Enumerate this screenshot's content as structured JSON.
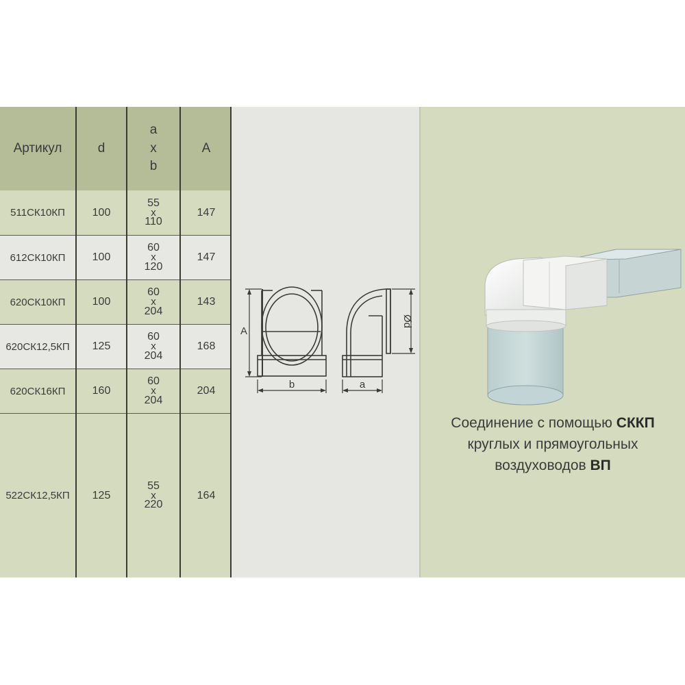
{
  "table": {
    "headers": {
      "article": "Артикул",
      "d": "d",
      "axb": [
        "a",
        "x",
        "b"
      ],
      "A": "A"
    },
    "rows": [
      {
        "article": "511СК10КП",
        "d": "100",
        "a": "55",
        "x": "x",
        "b": "110",
        "A": "147"
      },
      {
        "article": "612СК10КП",
        "d": "100",
        "a": "60",
        "x": "x",
        "b": "120",
        "A": "147"
      },
      {
        "article": "620СК10КП",
        "d": "100",
        "a": "60",
        "x": "x",
        "b": "204",
        "A": "143"
      },
      {
        "article": "620СК12,5КП",
        "d": "125",
        "a": "60",
        "x": "x",
        "b": "204",
        "A": "168"
      },
      {
        "article": "620СК16КП",
        "d": "160",
        "a": "60",
        "x": "x",
        "b": "204",
        "A": "204"
      },
      {
        "article": "522СК12,5КП",
        "d": "125",
        "a": "55",
        "x": "x",
        "b": "220",
        "A": "164"
      }
    ]
  },
  "diagram": {
    "label_A": "A",
    "label_b": "b",
    "label_a": "a",
    "label_d": "Ød"
  },
  "caption": {
    "line1_text": "Соединение с помощью ",
    "line1_bold": "СККП",
    "line2": "круглых и прямоугольных",
    "line3_text": "воздуховодов ",
    "line3_bold": "ВП"
  }
}
